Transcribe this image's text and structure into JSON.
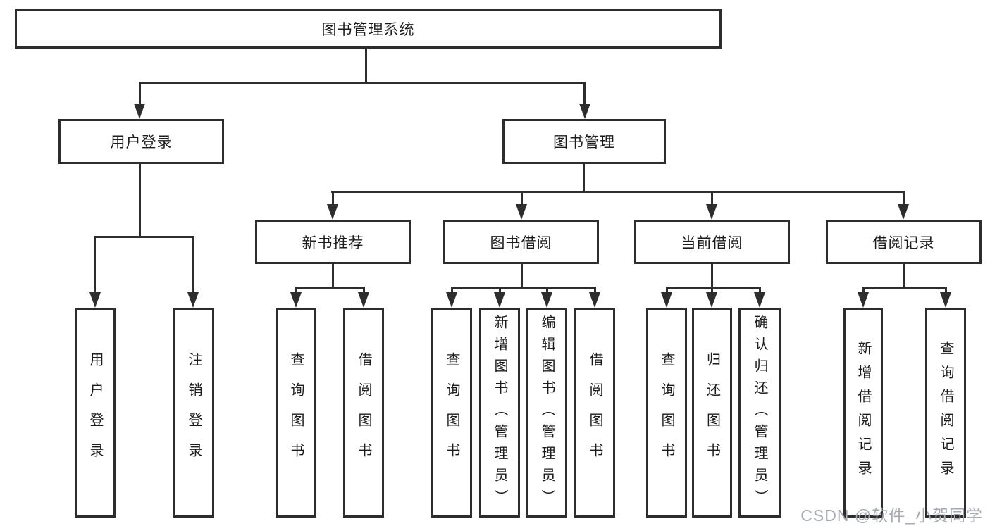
{
  "diagram": {
    "type": "hierarchy-tree",
    "title": "图书管理系统",
    "colors": {
      "line": "#2d2d2d",
      "text": "#1c1c1c",
      "background": "#ffffff",
      "watermark": "#a6aab0"
    },
    "nodes": {
      "root": {
        "label": "图书管理系统"
      },
      "level2": [
        {
          "label": "用户登录",
          "parent": "图书管理系统"
        },
        {
          "label": "图书管理",
          "parent": "图书管理系统"
        }
      ],
      "level3": [
        {
          "label": "新书推荐",
          "parent": "图书管理"
        },
        {
          "label": "图书借阅",
          "parent": "图书管理"
        },
        {
          "label": "当前借阅",
          "parent": "图书管理"
        },
        {
          "label": "借阅记录",
          "parent": "图书管理"
        }
      ],
      "leaves": [
        {
          "label": "用户登录",
          "parent": "用户登录"
        },
        {
          "label": "注销登录",
          "parent": "用户登录"
        },
        {
          "label": "查询图书",
          "parent": "新书推荐"
        },
        {
          "label": "借阅图书",
          "parent": "新书推荐"
        },
        {
          "label": "查询图书",
          "parent": "图书借阅"
        },
        {
          "label": "新增图书（管理员）",
          "parent": "图书借阅"
        },
        {
          "label": "编辑图书（管理员）",
          "parent": "图书借阅"
        },
        {
          "label": "借阅图书",
          "parent": "图书借阅"
        },
        {
          "label": "查询图书",
          "parent": "当前借阅"
        },
        {
          "label": "归还图书",
          "parent": "当前借阅"
        },
        {
          "label": "确认归还（管理员）",
          "parent": "当前借阅"
        },
        {
          "label": "新增借阅记录",
          "parent": "借阅记录"
        },
        {
          "label": "查询借阅记录",
          "parent": "借阅记录"
        }
      ]
    },
    "watermark": {
      "text": "CSDN @软件_小贺同学"
    }
  }
}
